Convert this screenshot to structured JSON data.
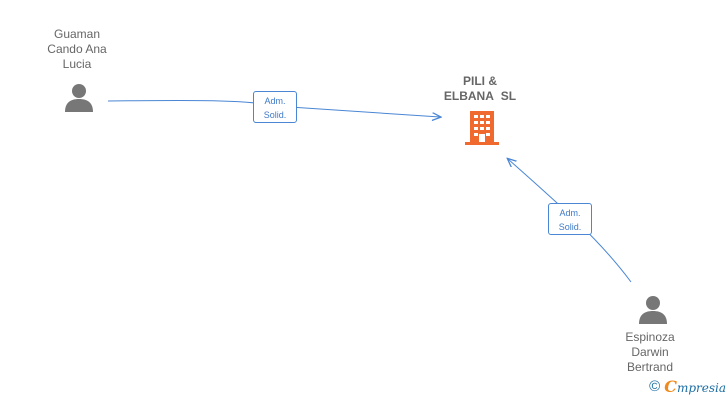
{
  "company": {
    "name_line1": "PILI &",
    "name_line2": "ELBANA  SL",
    "icon": "building-icon",
    "icon_color": "#f06a30"
  },
  "persons": [
    {
      "name_lines": [
        "Guaman",
        "Cando Ana",
        "Lucia"
      ],
      "icon": "person-icon"
    },
    {
      "name_lines": [
        "Espinoza",
        "Darwin",
        "Bertrand"
      ],
      "icon": "person-icon"
    }
  ],
  "relations": [
    {
      "from": "Guaman Cando Ana Lucia",
      "to": "PILI & ELBANA SL",
      "label_line1": "Adm.",
      "label_line2": "Solid."
    },
    {
      "from": "Espinoza Darwin Bertrand",
      "to": "PILI & ELBANA SL",
      "label_line1": "Adm.",
      "label_line2": "Solid."
    }
  ],
  "colors": {
    "edge": "#4a86d4",
    "person_icon": "#777777",
    "text": "#666666"
  },
  "footer": {
    "copyright_symbol": "©",
    "brand_first_letter": "C",
    "brand_rest": "mpresia"
  }
}
